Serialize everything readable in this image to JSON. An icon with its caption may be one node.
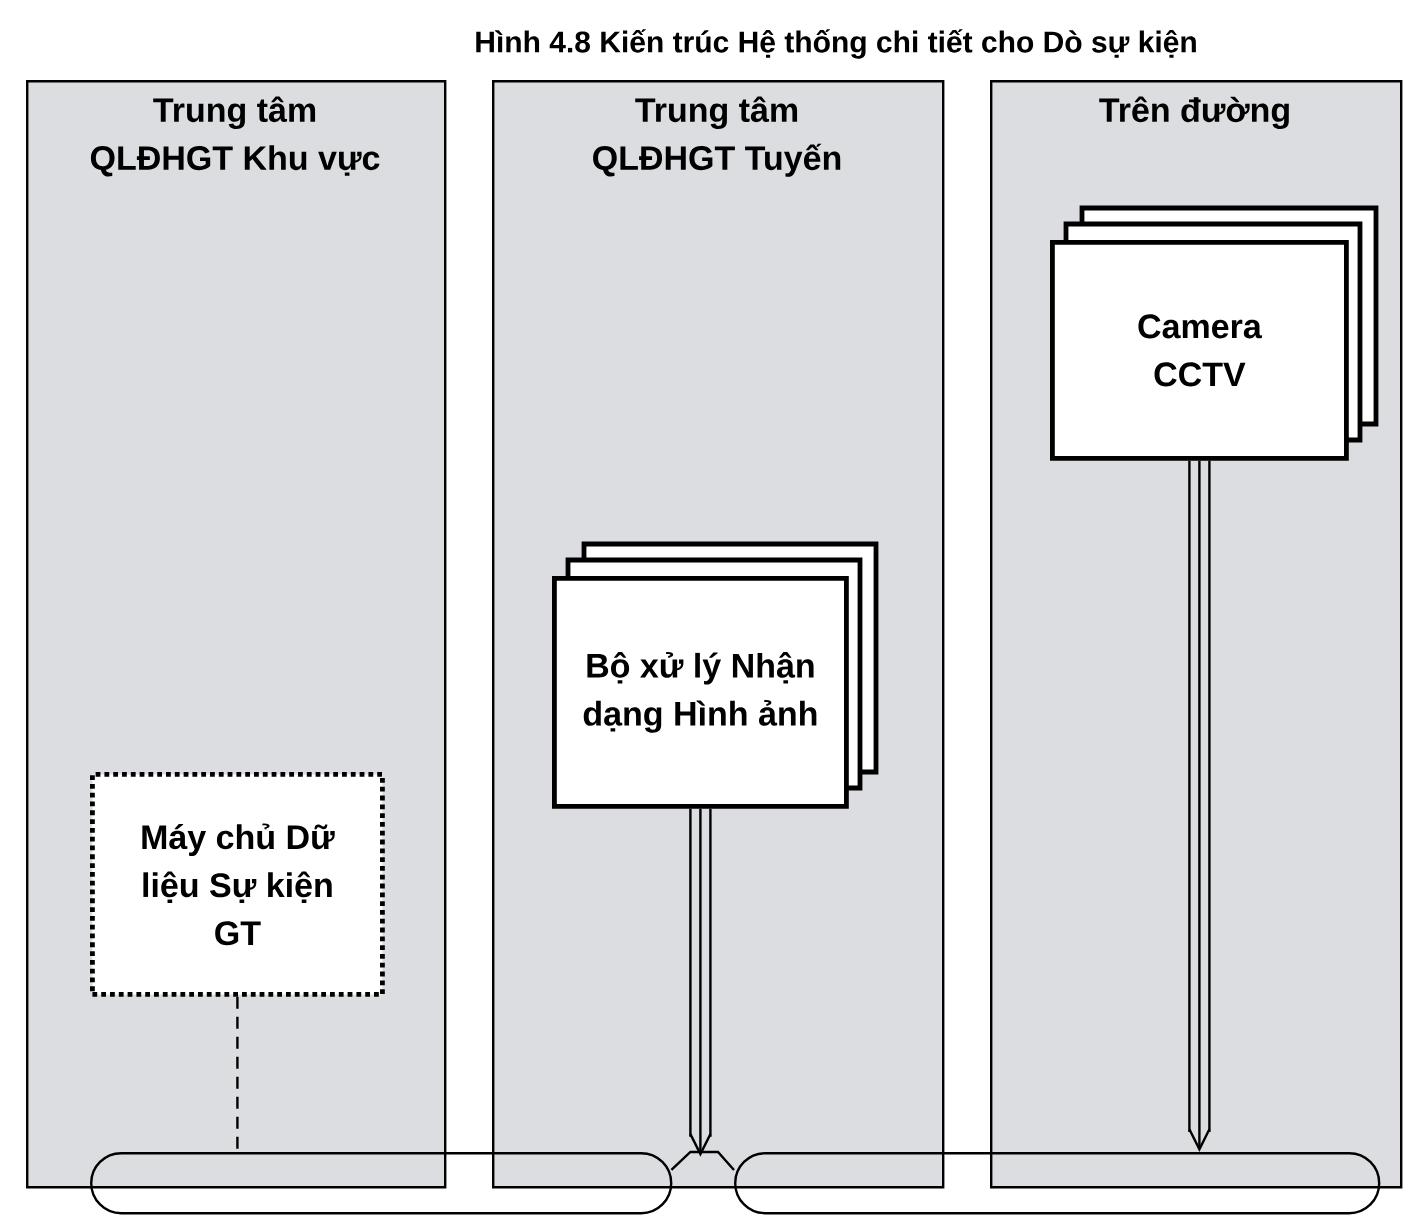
{
  "diagram": {
    "title": "Hình 4.8    Kiến trúc Hệ thống chi tiết cho Dò sự kiện",
    "nodes": [
      {
        "text": [
          "Trung tâm QLĐHGT Khu vực"
        ]
      },
      {
        "text": [
          "Trung tâm QLĐHGT Tuyến"
        ]
      },
      {
        "text": [
          "Trên đường"
        ]
      },
      {
        "text": [
          "Máy chủ Dữ liệu Sự kiện GT"
        ],
        "in": 0
      },
      {
        "text": [
          "Bộ xử lý Nhận dạng Hình ảnh"
        ],
        "in": 1
      },
      {
        "text": [
          "Camera CCTV"
        ],
        "in": 2
      },
      {
        "text": [],
        "shape": "box"
      },
      {
        "text": [],
        "shape": "box"
      }
    ],
    "edges": [
      {
        "from": 3,
        "to": 6,
        "arrow": "none",
        "style": "dashed"
      },
      {
        "from": 4,
        "to": null,
        "arrow": "to"
      },
      {
        "from": 5,
        "to": 7,
        "arrow": "to"
      },
      {
        "from": 6,
        "to": 7,
        "arrow": "none"
      }
    ]
  }
}
